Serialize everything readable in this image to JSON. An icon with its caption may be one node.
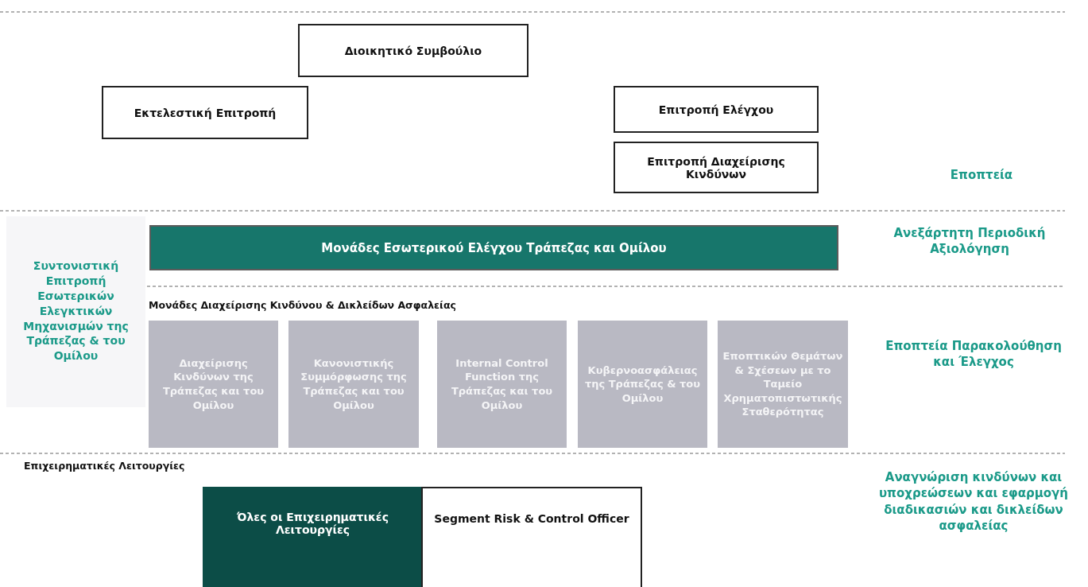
{
  "diagram": {
    "nodes": [
      {
        "text": [
          "Διοικητικό Συμβούλιο"
        ]
      },
      {
        "text": [
          "Εκτελεστική Επιτροπή"
        ]
      },
      {
        "text": [
          "Επιτροπή Ελέγχου"
        ]
      },
      {
        "text": [
          "Επιτροπή Διαχείρισης Κινδύνων"
        ]
      },
      {
        "text": [
          "Μονάδες Εσωτερικού Ελέγχου Τράπεζας και Ομίλου"
        ]
      },
      {
        "text": [
          "Διαχείρισης Κινδύνων της Τράπεζας και του Ομίλου"
        ]
      },
      {
        "text": [
          "Κανονιστικής Συμμόρφωσης της Τράπεζας και του Ομίλου"
        ]
      },
      {
        "text": [
          "Internal Control Function της Τράπεζας και του Ομίλου"
        ]
      },
      {
        "text": [
          "Κυβερνοασφάλειας της Τράπεζας & του Ομίλου"
        ]
      },
      {
        "text": [
          "Εποπτικών Θεμάτων & Σχέσεων με το Ταμείο Χρηματοπιστωτικής Σταθερότητας"
        ]
      },
      {
        "text": [
          "Όλες οι Επιχειρηματικές Λειτουργίες"
        ]
      },
      {
        "text": [
          "Segment Risk & Control Officer"
        ]
      }
    ],
    "labels": [
      "Εποπτεία",
      "Συντονιστική Επιτροπή Εσωτερικών Ελεγκτικών Μηχανισμών της Τράπεζας & του Ομίλου",
      "Ανεξάρτητη Περιοδική Αξιολόγηση",
      "Μονάδες Διαχείρισης Κινδύνου & Δικλείδων Ασφαλείας",
      "Εποπτεία Παρακολούθηση και Έλεγχος",
      "Επιχειρηματικές Λειτουργίες",
      "Αναγνώριση κινδύνων και υποχρεώσεων και εφαρμογή διαδικασιών και δικλείδων ασφαλείας"
    ]
  }
}
